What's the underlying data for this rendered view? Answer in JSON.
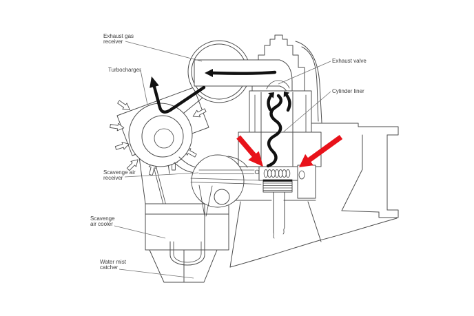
{
  "labels": {
    "exhaust_gas_receiver": [
      "Exhaust gas",
      "receiver"
    ],
    "turbocharger": [
      "Turbocharger"
    ],
    "exhaust_valve": [
      "Exhaust valve"
    ],
    "cylinder_liner": [
      "Cylinder liner"
    ],
    "scavenge_air_receiver": [
      "Scavenge air",
      "receiver"
    ],
    "scavenge_air_cooler": [
      "Scavenge",
      "air cooler"
    ],
    "water_mist_catcher": [
      "Water mist",
      "catcher"
    ]
  },
  "colors": {
    "highlight_arrow": "#e8121a",
    "flow_line": "#111111",
    "outline": "#4b4b4b",
    "label_text": "#3c3c3c",
    "background": "#ffffff"
  }
}
